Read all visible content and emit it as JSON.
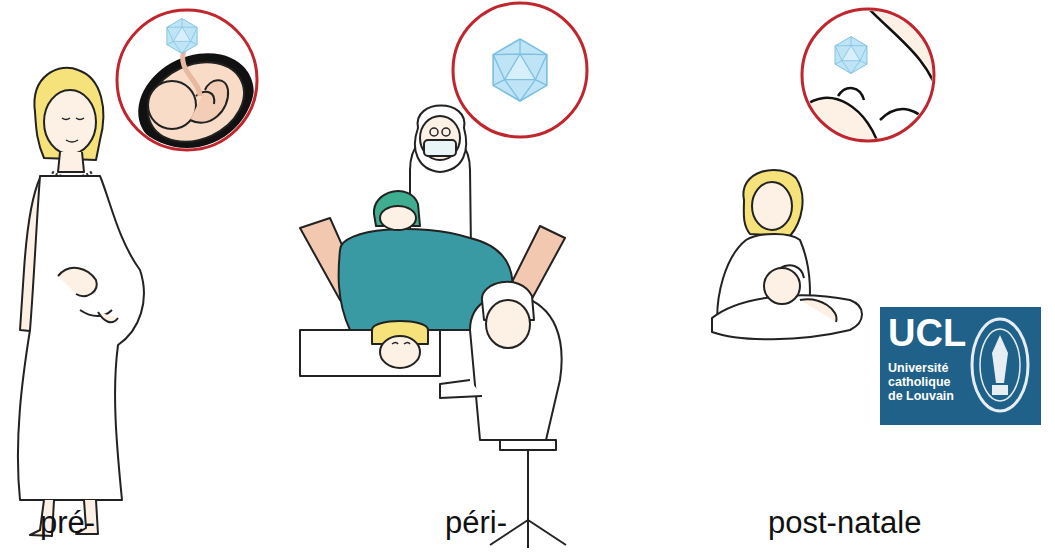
{
  "diagram": {
    "nodes": [
      {
        "text": [
          "UCL",
          "Université catholique de Louvain"
        ]
      }
    ],
    "labels": [
      "pré-",
      "péri-",
      "post-natale"
    ]
  }
}
